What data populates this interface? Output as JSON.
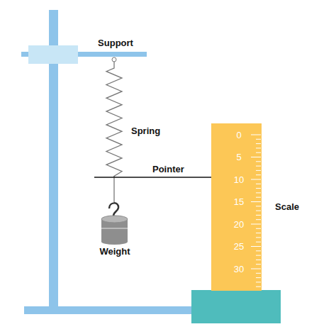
{
  "diagram": {
    "labels": [
      "Support",
      "Spring",
      "Pointer",
      "Weight",
      "Scale",
      "0",
      "5",
      "10",
      "15",
      "20",
      "25",
      "30"
    ]
  }
}
